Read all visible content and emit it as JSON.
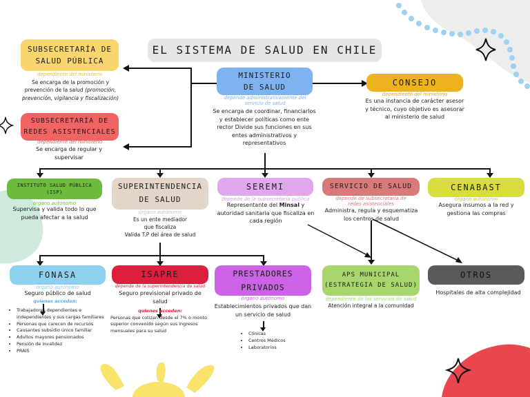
{
  "title": "EL SISTEMA DE SALUD EN CHILE",
  "ministerio": {
    "label_line1": "MINISTERIO",
    "label_line2": "DE SALUD",
    "note": "depende administrativamente del servicio de salud",
    "desc": "Se encarga de coordinar, financiarlos y establecer políticas como ente rector Divide sus funciones en sus entes administrativos y representativos"
  },
  "subsecretaria_publica": {
    "label_line1": "SUBSECRETARÍA DE",
    "label_line2": "SALUD PÚBLICA",
    "note": "dependiente del ministerio",
    "desc_plain": "Se encarga de la promoción y prevención de la salud ",
    "desc_italic": "(promoción, prevención, vigilancia y fiscalización)"
  },
  "subsecretaria_redes": {
    "label_line1": "SUBSECRETARÍA DE",
    "label_line2": "REDES ASISTENCIALES",
    "note": "dependiente del ministerio",
    "desc": "Se encarga de regular y supervisar"
  },
  "consejo": {
    "label": "CONSEJO",
    "note": "dependiente del ministerio",
    "desc": "Es una instancia de carácter asesor y técnico, cuyo objetivo es asesorar al ministerio de salud"
  },
  "isp": {
    "label_line1": "INSTITUTO SALUD PÚBLICA",
    "label_line2": "(ISP)",
    "note": "órgano autónomo",
    "desc": "Supervisa y valida todo lo que pueda afectar a la salud"
  },
  "superintendencia": {
    "label_line1": "SUPERINTENDENCIA",
    "label_line2": "DE SALUD",
    "note": "órgano autónomo",
    "desc_line1": "Es un ente mediador",
    "desc_line2": "que fiscaliza",
    "desc_line3": "Valida T.P del área de salud"
  },
  "seremi": {
    "label": "SEREMI",
    "note": "depende de la subsecretaría pública",
    "desc_pre": "Representante del ",
    "desc_bold": "Minsal",
    "desc_post": " y autoridad sanitaria que fiscaliza en cada región"
  },
  "servicio_salud": {
    "label": "SERVICIO DE SALUD",
    "note": "depende de subsecretaría de redes asistenciales",
    "desc": "Administra, regula y esquematiza los centros de salud"
  },
  "cenabast": {
    "label": "CENABAST",
    "note": "órgano autónomo",
    "desc": "Asegura insumos a la red y gestiona las compras"
  },
  "fonasa": {
    "label": "FONASA",
    "note": "órgano autónomo",
    "desc": "Seguro público de salud",
    "who_label": "quienes acceden:",
    "list": [
      "Trabajadores dependientes e independientes y sus cargas familiares",
      "Personas que carecen de recursos",
      "Causantes subsidio único familiar",
      "Adultos mayores pensionados",
      "Pensión de invalidez",
      "PRAIS"
    ]
  },
  "isapre": {
    "label": "ISAPRE",
    "note": "depende de la superintendencia de salud",
    "desc": "Seguro previsional privado de salud",
    "who_label": "quienes acceden:",
    "who_desc": "Personas que cotizan desde el 7% o monto superior convenido según sus ingresos mensuales para su salud"
  },
  "prestadores": {
    "label_line1": "PRESTADORES",
    "label_line2": "PRIVADOS",
    "note": "órgano autónomo",
    "desc": "Establecimientos privados que dan un servicio de salud",
    "list": [
      "Clínicas",
      "Centros Médicos",
      "Laboratorios"
    ]
  },
  "aps": {
    "label_line1": "APS MUNICIPAL",
    "label_line2": "(ESTRATEGIA DE SALUD)",
    "note": "dependiente de los servicios de salud",
    "desc": "Atención integral a la comunidad"
  },
  "otros": {
    "label": "OTROS",
    "desc": "Hospitales de alta complejidad"
  },
  "colors": {
    "yellow": "#f9d56e",
    "blue": "#7fb2f0",
    "red": "#f06464",
    "orange": "#efb21f",
    "green": "#6cbb3c",
    "beige": "#e3d6c8",
    "lilac": "#e0a7ee",
    "rose": "#d97a7a",
    "lime": "#d6dd3c",
    "sky": "#8ed0f0",
    "crimson": "#dd1f3f",
    "purple": "#cc62e6",
    "lightgreen": "#a7d66c",
    "gray": "#5a5a5a"
  }
}
